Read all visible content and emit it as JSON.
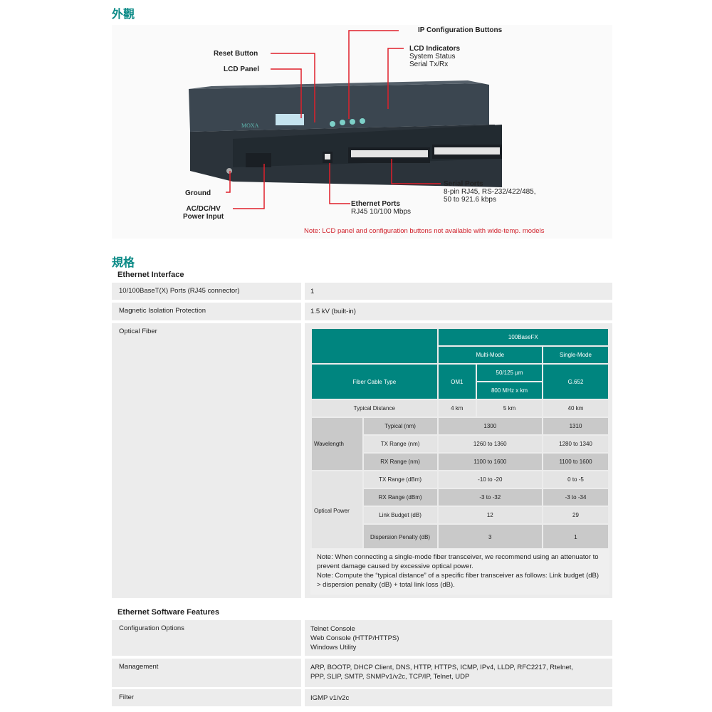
{
  "appearance": {
    "title": "外觀",
    "labels": {
      "ip_buttons": "IP Configuration Buttons",
      "lcd_indicators": "LCD Indicators",
      "lcd_ind_1": "System Status",
      "lcd_ind_2": "Serial Tx/Rx",
      "reset": "Reset Button",
      "lcd_panel": "LCD Panel",
      "ground": "Ground",
      "power_1": "AC/DC/HV",
      "power_2": "Power Input",
      "eth_ports": "Ethernet Ports",
      "eth_desc": "RJ45 10/100 Mbps",
      "serial_ports": "Serial Ports",
      "serial_1": "8-pin RJ45, RS-232/422/485,",
      "serial_2": "50 to 921.6 kbps"
    },
    "brand": "MOXA",
    "note": "Note: LCD panel and configuration buttons not available with wide-temp. models"
  },
  "specs": {
    "title": "規格",
    "ethernet_interface": {
      "heading": "Ethernet Interface",
      "rows": [
        {
          "k": "10/100BaseT(X) Ports (RJ45 connector)",
          "v": "1"
        },
        {
          "k": "Magnetic Isolation Protection",
          "v": "1.5 kV (built-in)"
        },
        {
          "k": "Optical Fiber"
        }
      ]
    },
    "optical": {
      "h_100basefx": "100BaseFX",
      "h_multi": "Multi-Mode",
      "h_single": "Single-Mode",
      "fiber_cable_type": "Fiber Cable Type",
      "om1": "OM1",
      "mm_1": "50/125 µm",
      "mm_2": "800 MHz x km",
      "g652": "G.652",
      "typical_distance": {
        "label": "Typical Distance",
        "om1": "4 km",
        "mm": "5 km",
        "sm": "40 km"
      },
      "wavelength": "Wavelength",
      "wl_rows": [
        {
          "label": "Typical (nm)",
          "mm": "1300",
          "sm": "1310"
        },
        {
          "label": "TX Range (nm)",
          "mm": "1260 to 1360",
          "sm": "1280 to 1340"
        },
        {
          "label": "RX Range (nm)",
          "mm": "1100 to 1600",
          "sm": "1100 to 1600"
        }
      ],
      "optical_power": "Optical Power",
      "op_rows": [
        {
          "label": "TX Range (dBm)",
          "mm": "-10 to -20",
          "sm": "0 to -5"
        },
        {
          "label": "RX Range (dBm)",
          "mm": "-3 to -32",
          "sm": "-3 to -34"
        },
        {
          "label": "Link Budget (dB)",
          "mm": "12",
          "sm": "29"
        },
        {
          "label": "Dispersion Penalty (dB)",
          "mm": "3",
          "sm": "1"
        }
      ],
      "note1": "Note: When connecting a single-mode fiber transceiver, we recommend using an attenuator to prevent damage caused by excessive optical power.",
      "note2": "Note: Compute the “typical distance” of a specific fiber transceiver as follows: Link budget (dB) > dispersion penalty (dB) + total link loss (dB)."
    },
    "software": {
      "heading": "Ethernet Software Features",
      "rows": [
        {
          "k": "Configuration Options",
          "v1": "Telnet Console",
          "v2": "Web Console (HTTP/HTTPS)",
          "v3": "Windows Utility"
        },
        {
          "k": "Management",
          "v1": "ARP, BOOTP, DHCP Client, DNS, HTTP, HTTPS, ICMP, IPv4, LLDP, RFC2217, Rtelnet,",
          "v2": "PPP, SLIP, SMTP, SNMPv1/v2c, TCP/IP, Telnet, UDP"
        },
        {
          "k": "Filter",
          "v1": "IGMP v1/v2c"
        }
      ]
    }
  },
  "colors": {
    "teal": "#00857f",
    "red": "#d0202a"
  }
}
